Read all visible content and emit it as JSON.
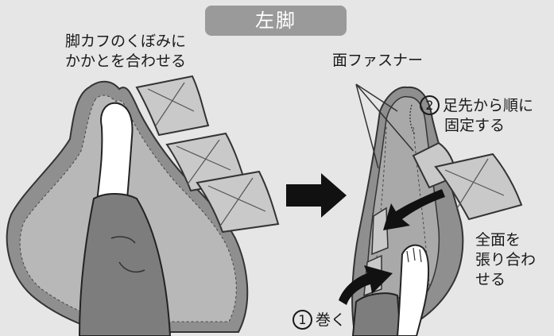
{
  "title": "左脚",
  "labels": {
    "heel_line1": "脚カフのくぼみに",
    "heel_line2": "かかとを合わせる",
    "fastener": "面ファスナー",
    "step2_num": "2",
    "step2_line1": "足先から順に",
    "step2_line2": "固定する",
    "full_line1": "全面を",
    "full_line2": "張り合わ",
    "full_line3": "せる",
    "step1_num": "1",
    "step1_text": "巻く"
  },
  "colors": {
    "background": "#e6e6e6",
    "badge": "#9a9a9a",
    "cuff": "#8f8f8f",
    "cuff_inner": "#b8b8b8",
    "flap": "#c9c9c9",
    "leg": "#7d7d7d",
    "skin": "#ffffff",
    "arrow": "#111111"
  }
}
